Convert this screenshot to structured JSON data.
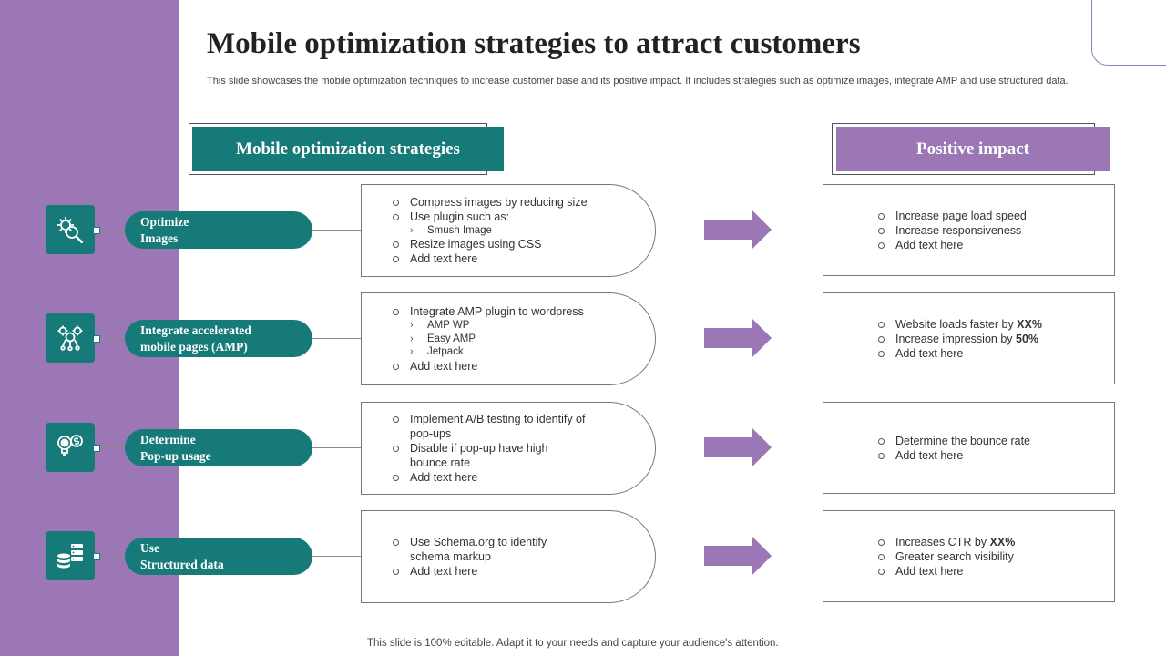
{
  "title": "Mobile optimization  strategies to attract customers",
  "subtitle": "This slide showcases the mobile optimization techniques to increase customer base and its positive impact. It includes strategies such as optimize images, integrate AMP and use structured data.",
  "headers": {
    "strategies": "Mobile optimization strategies",
    "impact": "Positive impact"
  },
  "colors": {
    "teal": "#167a78",
    "purple": "#9b77b5"
  },
  "rows": [
    {
      "icon": "settings-search-icon",
      "label_lines": [
        "Optimize",
        "Images"
      ],
      "strategy_lines": [
        {
          "text": "Compress images by reducing size",
          "level": 1
        },
        {
          "text": "Use plugin such as:",
          "level": 1
        },
        {
          "text": "Smush Image",
          "level": 2
        },
        {
          "text": "Resize images using CSS",
          "level": 1
        },
        {
          "text": "Add text here",
          "level": 1
        }
      ],
      "impact_lines": [
        {
          "text": "Increase page load speed",
          "bold": ""
        },
        {
          "text": "Increase responsiveness",
          "bold": ""
        },
        {
          "text": "Add text here",
          "bold": ""
        }
      ]
    },
    {
      "icon": "gears-network-icon",
      "label_lines": [
        "Integrate accelerated",
        "mobile pages (AMP)"
      ],
      "strategy_lines": [
        {
          "text": "Integrate AMP plugin to wordpress",
          "level": 1
        },
        {
          "text": "AMP WP",
          "level": 2
        },
        {
          "text": "Easy AMP",
          "level": 2
        },
        {
          "text": "Jetpack",
          "level": 2
        },
        {
          "text": "Add text here",
          "level": 1
        }
      ],
      "impact_lines": [
        {
          "text": "Website loads faster by ",
          "bold": "XX%"
        },
        {
          "text": "Increase impression by ",
          "bold": "50%"
        },
        {
          "text": "Add text here",
          "bold": ""
        }
      ]
    },
    {
      "icon": "lightbulb-dollar-icon",
      "label_lines": [
        "Determine",
        "Pop-up usage"
      ],
      "strategy_lines": [
        {
          "text": "Implement A/B testing to identify of",
          "level": 1
        },
        {
          "text": "pop-ups",
          "level": 0
        },
        {
          "text": "Disable if pop-up have high",
          "level": 1
        },
        {
          "text": "bounce rate",
          "level": 0
        },
        {
          "text": "Add text here",
          "level": 1
        }
      ],
      "impact_lines": [
        {
          "text": "Determine the bounce rate",
          "bold": ""
        },
        {
          "text": "Add text here",
          "bold": ""
        }
      ]
    },
    {
      "icon": "database-server-icon",
      "label_lines": [
        "Use",
        "Structured data"
      ],
      "strategy_lines": [
        {
          "text": "Use Schema.org to identify",
          "level": 1
        },
        {
          "text": "schema markup",
          "level": 0
        },
        {
          "text": "Add text here",
          "level": 1
        }
      ],
      "impact_lines": [
        {
          "text": "Increases CTR by ",
          "bold": "XX%"
        },
        {
          "text": "Greater search visibility",
          "bold": ""
        },
        {
          "text": "Add text here",
          "bold": ""
        }
      ]
    }
  ],
  "footer": "This slide is 100% editable. Adapt it to your needs and capture your audience's attention."
}
